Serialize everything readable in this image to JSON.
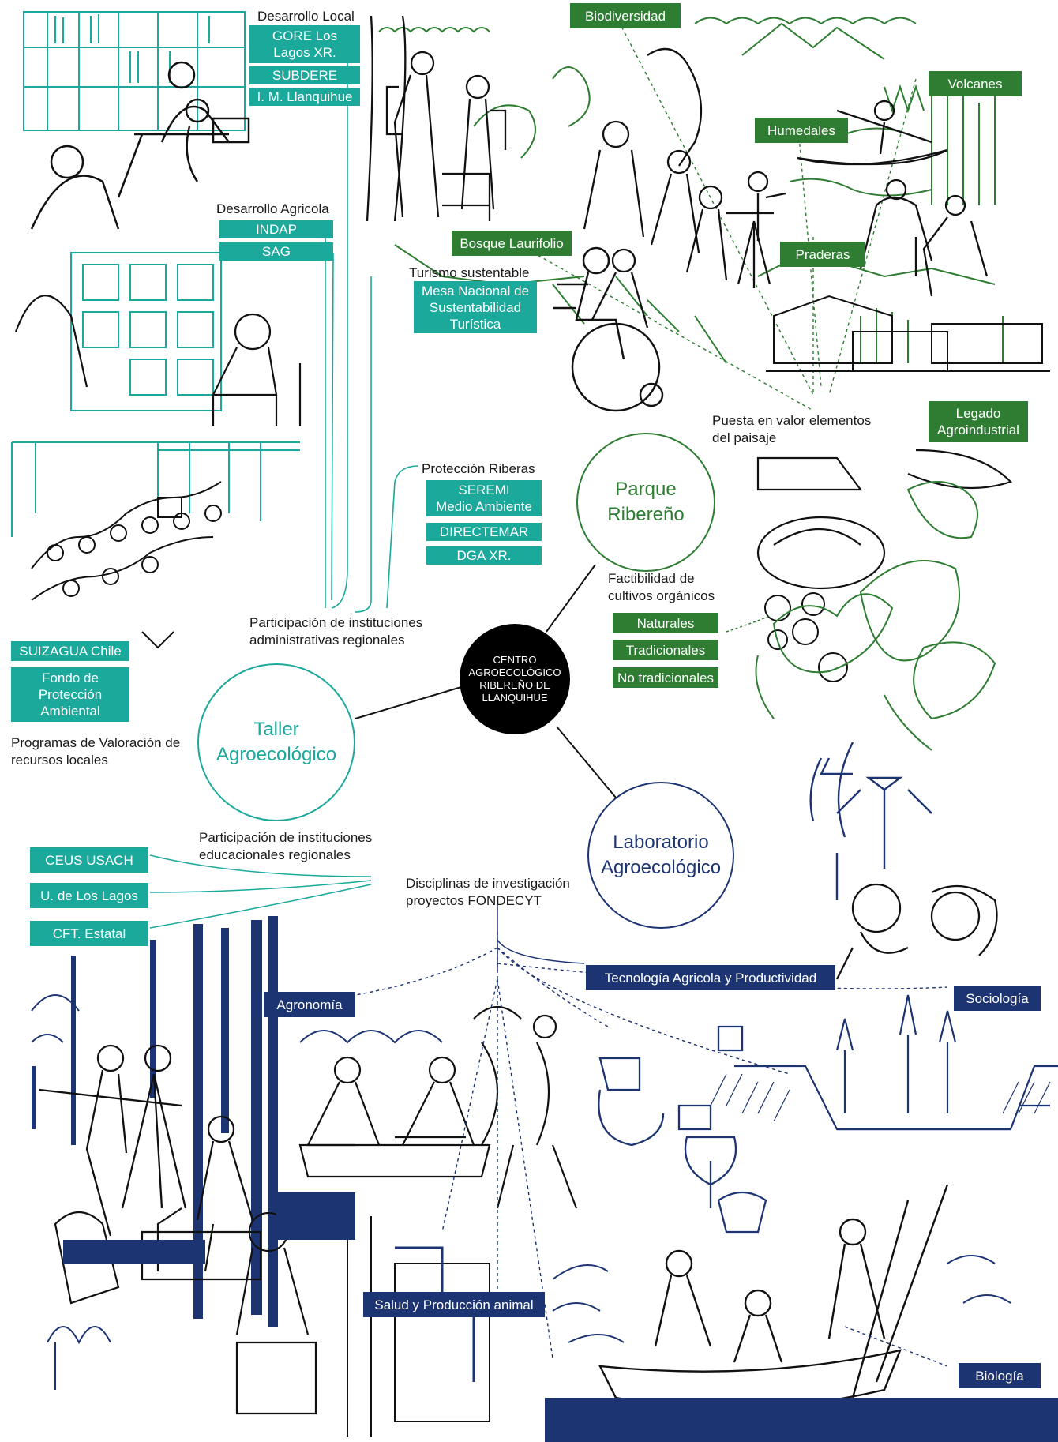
{
  "center": {
    "line1": "CENTRO",
    "line2": "AGROECOLÓGICO",
    "line3": "RIBEREÑO DE",
    "line4": "LLANQUIHUE"
  },
  "hubs": {
    "parque": {
      "line1": "Parque",
      "line2": "Ribereño",
      "color": "#2e7d32"
    },
    "taller": {
      "line1": "Taller",
      "line2": "Agroecológico",
      "color": "#1aa99b"
    },
    "laboratorio": {
      "line1": "Laboratorio",
      "line2": "Agroecológico",
      "color": "#1d3473"
    }
  },
  "desarrollo_local": {
    "title": "Desarrollo Local",
    "gore_l1": "GORE Los",
    "gore_l2": "Lagos XR.",
    "subdere": "SUBDERE",
    "imll": "I. M. Llanquihue"
  },
  "desarrollo_agricola": {
    "title": "Desarrollo Agricola",
    "indap": "INDAP",
    "sag": "SAG"
  },
  "turismo": {
    "title": "Turismo sustentable",
    "l1": "Mesa Nacional de",
    "l2": "Sustentabilidad",
    "l3": "Turística"
  },
  "proteccion": {
    "title": "Protección Riberas",
    "seremi_l1": "SEREMI",
    "seremi_l2": "Medio Ambiente",
    "directemar": "DIRECTEMAR",
    "dga": "DGA XR."
  },
  "participacion_admin": {
    "l1": "Participación de instituciones",
    "l2": "administrativas regionales"
  },
  "suizagua": "SUIZAGUA Chile",
  "fondo": {
    "l1": "Fondo de",
    "l2": "Protección",
    "l3": "Ambiental"
  },
  "programas": {
    "l1": "Programas de Valoración de",
    "l2": "recursos locales"
  },
  "landscape": {
    "biodiversidad": "Biodiversidad",
    "volcanes": "Volcanes",
    "humedales": "Humedales",
    "bosque": "Bosque Laurifolio",
    "praderas": "Praderas",
    "legado_l1": "Legado",
    "legado_l2": "Agroindustrial",
    "puesta_l1": "Puesta en valor elementos",
    "puesta_l2": "del paisaje"
  },
  "factibilidad": {
    "l1": "Factibilidad de",
    "l2": "cultivos orgánicos",
    "naturales": "Naturales",
    "tradicionales": "Tradicionales",
    "no_tradicionales": "No tradicionales"
  },
  "participacion_edu": {
    "l1": "Participación de instituciones",
    "l2": "educacionales regionales",
    "ceus": "CEUS USACH",
    "ulagos": "U. de Los Lagos",
    "cft": "CFT. Estatal"
  },
  "disciplinas": {
    "l1": "Disciplinas de investigación",
    "l2": "proyectos FONDECYT",
    "tecnologia": "Tecnología Agricola y Productividad",
    "agronomia": "Agronomía",
    "sociologia": "Sociología",
    "salud": "Salud y Producción animal",
    "biologia": "Biología"
  }
}
